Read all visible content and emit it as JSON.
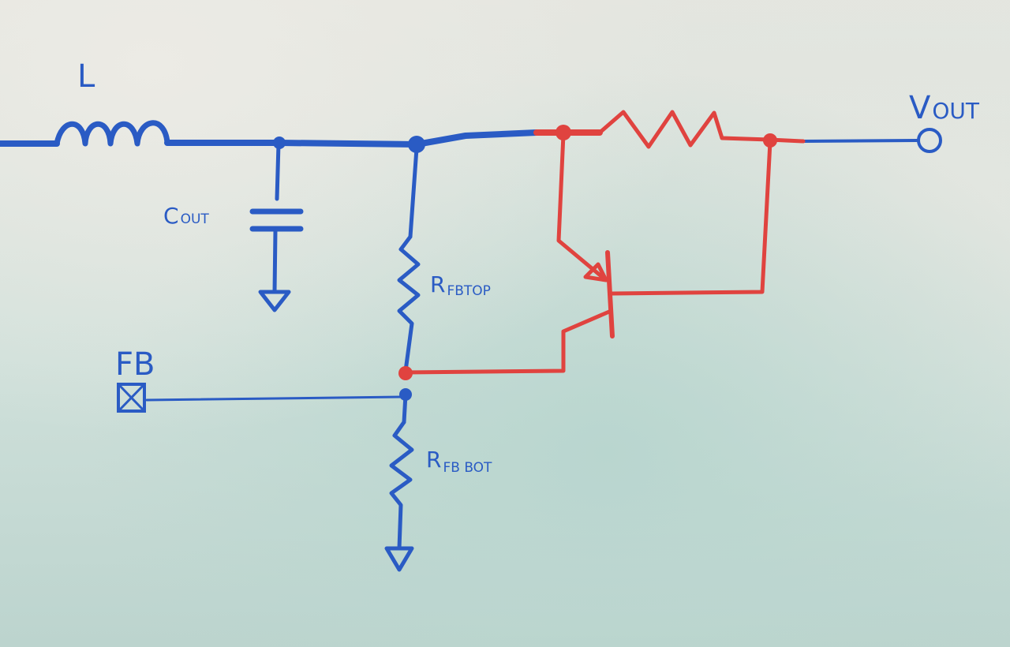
{
  "diagram": {
    "labels": {
      "inductor": "L",
      "cap_main": "C",
      "cap_sub": "OUT",
      "rtop_main": "R",
      "rtop_sub": "FBTOP",
      "rbot_main": "R",
      "rbot_sub": "FB BOT",
      "fb": "FB",
      "vout_main": "V",
      "vout_sub": "OUT"
    },
    "colors": {
      "ink_blue": "#2a5bc4",
      "ink_red": "#e0433f"
    }
  }
}
